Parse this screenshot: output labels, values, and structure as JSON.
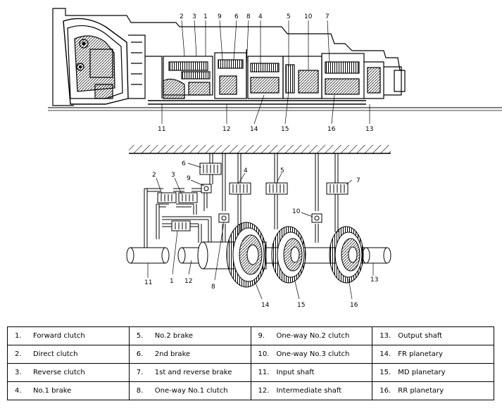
{
  "top_labels": [
    "2",
    "3",
    "1",
    "9",
    "6",
    "8",
    "4",
    "5",
    "10",
    "7"
  ],
  "top_bottom_labels": [
    "11",
    "12",
    "14",
    "15",
    "16",
    "13"
  ],
  "schematic_labels": {
    "brake_6": "6",
    "brake_4": "4",
    "brake_5": "5",
    "brake_7": "7",
    "clutch_2": "2",
    "clutch_3": "3",
    "owc_9": "9",
    "owc_10": "10",
    "input_shaft_11": "11",
    "clutch_1": "1",
    "intermediate_12": "12",
    "owc_8": "8",
    "fr_planetary_14": "14",
    "md_planetary_15": "15",
    "rr_planetary_16": "16",
    "output_13": "13"
  },
  "legend": [
    [
      {
        "num": "1.",
        "text": "Forward clutch"
      },
      {
        "num": "5.",
        "text": "No.2 brake"
      },
      {
        "num": "9.",
        "text": "One-way No.2 clutch"
      },
      {
        "num": "13.",
        "text": "Output shaft"
      }
    ],
    [
      {
        "num": "2.",
        "text": "Direct clutch"
      },
      {
        "num": "6.",
        "text": "2nd brake"
      },
      {
        "num": "10.",
        "text": "One-way No.3 clutch"
      },
      {
        "num": "14.",
        "text": "FR planetary"
      }
    ],
    [
      {
        "num": "3.",
        "text": "Reverse clutch"
      },
      {
        "num": "7.",
        "text": "1st and reverse brake"
      },
      {
        "num": "11.",
        "text": "Input shaft"
      },
      {
        "num": "15.",
        "text": "MD planetary"
      }
    ],
    [
      {
        "num": "4.",
        "text": "No.1 brake"
      },
      {
        "num": "8.",
        "text": "One-way No.1 clutch"
      },
      {
        "num": "12.",
        "text": "Intermediate shaft"
      },
      {
        "num": "16.",
        "text": "RR planetary"
      }
    ]
  ]
}
